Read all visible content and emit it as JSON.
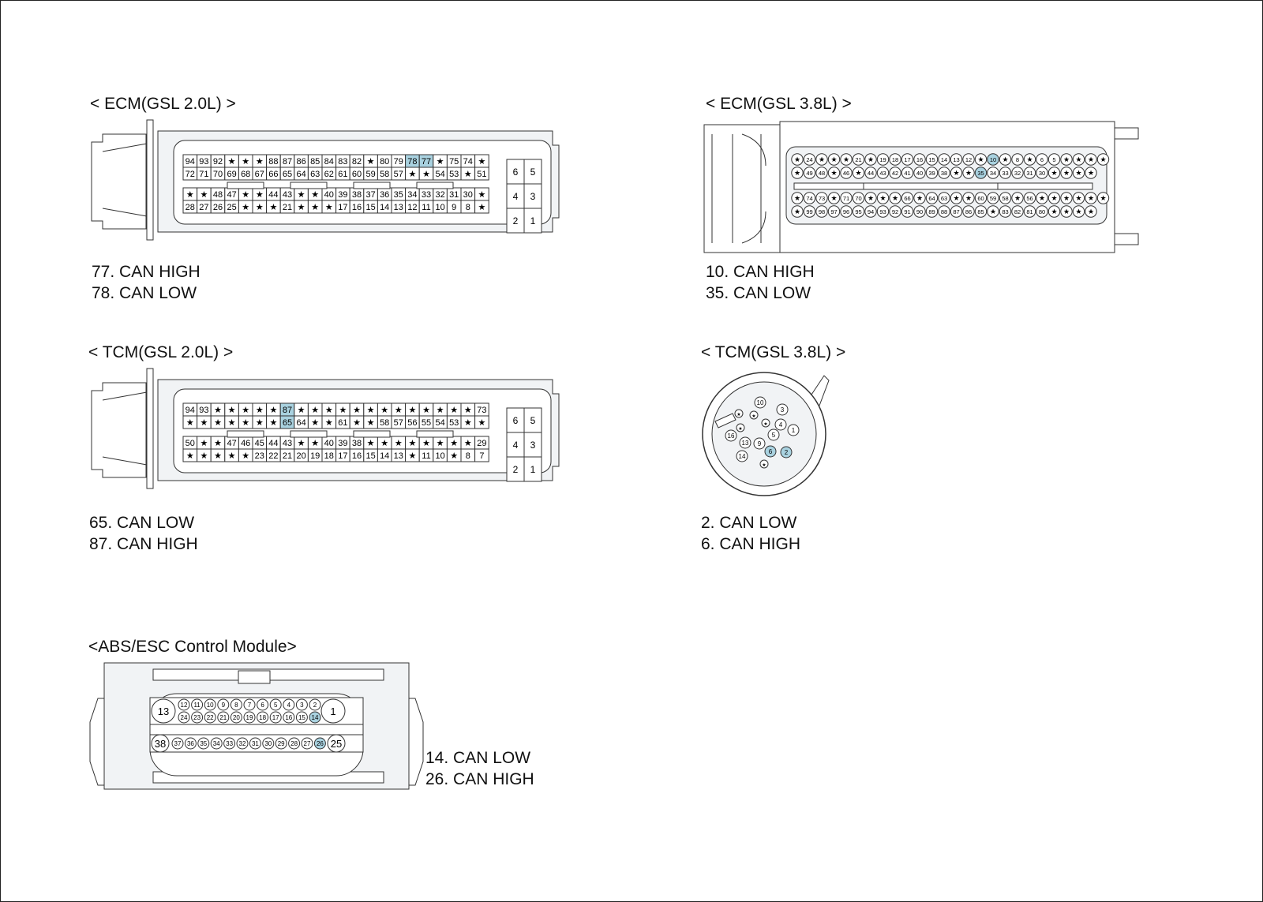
{
  "ecm20": {
    "title": "< ECM(GSL 2.0L) >",
    "rows": [
      [
        "94",
        "93",
        "92",
        "★",
        "★",
        "★",
        "88",
        "87",
        "86",
        "85",
        "84",
        "83",
        "82",
        "★",
        "80",
        "79",
        "78",
        "77",
        "★",
        "75",
        "74",
        "★"
      ],
      [
        "72",
        "71",
        "70",
        "69",
        "68",
        "67",
        "66",
        "65",
        "64",
        "63",
        "62",
        "61",
        "60",
        "59",
        "58",
        "57",
        "★",
        "★",
        "54",
        "53",
        "★",
        "51"
      ],
      [
        "★",
        "★",
        "48",
        "47",
        "★",
        "★",
        "44",
        "43",
        "★",
        "★",
        "40",
        "39",
        "38",
        "37",
        "36",
        "35",
        "34",
        "33",
        "32",
        "31",
        "30",
        "★"
      ],
      [
        "28",
        "27",
        "26",
        "25",
        "★",
        "★",
        "★",
        "21",
        "★",
        "★",
        "★",
        "17",
        "16",
        "15",
        "14",
        "13",
        "12",
        "11",
        "10",
        "9",
        "8",
        "★"
      ]
    ],
    "side_pins": [
      [
        "6",
        "5"
      ],
      [
        "4",
        "3"
      ],
      [
        "2",
        "1"
      ]
    ],
    "highlighted": [
      "78",
      "77"
    ],
    "notes": [
      "77. CAN HIGH",
      "78. CAN LOW"
    ]
  },
  "ecm38": {
    "title": "< ECM(GSL 3.8L) >",
    "rows": [
      [
        "★",
        "24",
        "★",
        "★",
        "★",
        "21",
        "★",
        "19",
        "18",
        "17",
        "16",
        "15",
        "14",
        "13",
        "12",
        "★",
        "10",
        "★",
        "8",
        "★",
        "6",
        "5",
        "★",
        "★",
        "★",
        "★"
      ],
      [
        "★",
        "49",
        "48",
        "★",
        "46",
        "★",
        "44",
        "43",
        "42",
        "41",
        "40",
        "39",
        "38",
        "★",
        "★",
        "35",
        "34",
        "33",
        "32",
        "31",
        "30",
        "★",
        "★",
        "★",
        "★"
      ],
      [
        "★",
        "74",
        "73",
        "★",
        "71",
        "70",
        "★",
        "★",
        "★",
        "66",
        "★",
        "64",
        "63",
        "★",
        "★",
        "60",
        "59",
        "58",
        "★",
        "56",
        "★",
        "★",
        "★",
        "★",
        "★",
        "★"
      ],
      [
        "★",
        "99",
        "98",
        "97",
        "96",
        "95",
        "94",
        "93",
        "92",
        "91",
        "90",
        "89",
        "88",
        "87",
        "86",
        "85",
        "★",
        "83",
        "82",
        "81",
        "80",
        "★",
        "★",
        "★",
        "★"
      ]
    ],
    "highlighted": [
      "10",
      "35"
    ],
    "notes": [
      "10. CAN HIGH",
      "35. CAN LOW"
    ]
  },
  "tcm20": {
    "title": "< TCM(GSL 2.0L) >",
    "rows": [
      [
        "94",
        "93",
        "★",
        "★",
        "★",
        "★",
        "★",
        "87",
        "★",
        "★",
        "★",
        "★",
        "★",
        "★",
        "★",
        "★",
        "★",
        "★",
        "★",
        "★",
        "★",
        "73"
      ],
      [
        "★",
        "★",
        "★",
        "★",
        "★",
        "★",
        "★",
        "65",
        "64",
        "★",
        "★",
        "61",
        "★",
        "★",
        "58",
        "57",
        "56",
        "55",
        "54",
        "53",
        "★",
        "★"
      ],
      [
        "50",
        "★",
        "★",
        "47",
        "46",
        "45",
        "44",
        "43",
        "★",
        "★",
        "40",
        "39",
        "38",
        "★",
        "★",
        "★",
        "★",
        "★",
        "★",
        "★",
        "★",
        "29"
      ],
      [
        "★",
        "★",
        "★",
        "★",
        "★",
        "23",
        "22",
        "21",
        "20",
        "19",
        "18",
        "17",
        "16",
        "15",
        "14",
        "13",
        "★",
        "11",
        "10",
        "★",
        "8",
        "7"
      ]
    ],
    "side_pins": [
      [
        "6",
        "5"
      ],
      [
        "4",
        "3"
      ],
      [
        "2",
        "1"
      ]
    ],
    "highlighted": [
      "87",
      "65"
    ],
    "notes": [
      "65. CAN LOW",
      "87. CAN HIGH"
    ]
  },
  "tcm38": {
    "title": "< TCM(GSL 3.8L) >",
    "pins": [
      "10",
      "★",
      "★",
      "3",
      "★",
      "★",
      "4",
      "1",
      "5",
      "16",
      "13",
      "9",
      "6",
      "2",
      "14",
      "★"
    ],
    "highlighted": [
      "6",
      "2"
    ],
    "notes": [
      "2. CAN LOW",
      "6. CAN HIGH"
    ]
  },
  "abs": {
    "title": "<ABS/ESC Control Module>",
    "big_pins": [
      "13",
      "1",
      "38",
      "25"
    ],
    "row1": [
      "12",
      "11",
      "10",
      "9",
      "8",
      "7",
      "6",
      "5",
      "4",
      "3",
      "2"
    ],
    "row2": [
      "24",
      "23",
      "22",
      "21",
      "20",
      "19",
      "18",
      "17",
      "16",
      "15",
      "14"
    ],
    "row3": [
      "37",
      "36",
      "35",
      "34",
      "33",
      "32",
      "31",
      "30",
      "29",
      "28",
      "27",
      "26"
    ],
    "highlighted": [
      "14",
      "26"
    ],
    "notes": [
      "14. CAN LOW",
      "26. CAN HIGH"
    ]
  },
  "colors": {
    "highlight": "#a9d2e0",
    "body": "#f1f3f5",
    "stroke": "#333333"
  }
}
